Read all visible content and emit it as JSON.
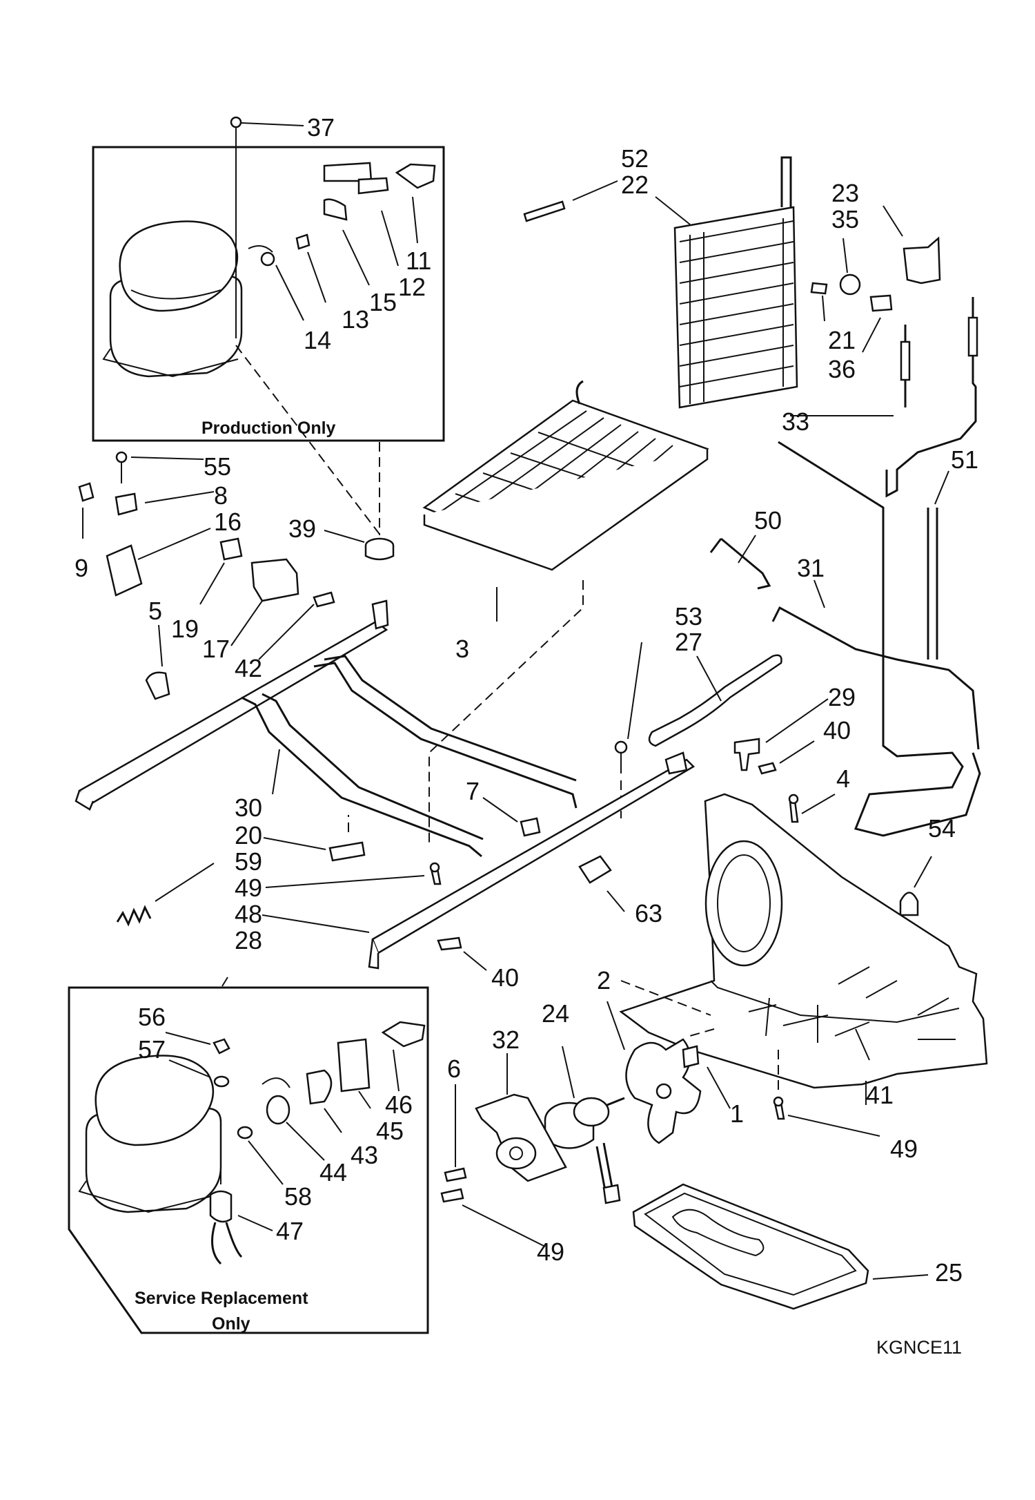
{
  "diagram": {
    "production_box_label": "Production Only",
    "service_box_label_line1": "Service Replacement",
    "service_box_label_line2": "Only",
    "drawing_code": "KGNCE11"
  },
  "callouts": {
    "c1": "1",
    "c2": "2",
    "c3": "3",
    "c4": "4",
    "c5": "5",
    "c6": "6",
    "c7": "7",
    "c8": "8",
    "c9": "9",
    "c11": "11",
    "c12": "12",
    "c13": "13",
    "c14": "14",
    "c15": "15",
    "c16": "16",
    "c17": "17",
    "c19": "19",
    "c20": "20",
    "c21": "21",
    "c22": "22",
    "c23": "23",
    "c24": "24",
    "c25": "25",
    "c27": "27",
    "c28": "28",
    "c29": "29",
    "c30": "30",
    "c31": "31",
    "c32": "32",
    "c33": "33",
    "c35": "35",
    "c36": "36",
    "c37": "37",
    "c39": "39",
    "c40a": "40",
    "c40b": "40",
    "c41": "41",
    "c42": "42",
    "c43": "43",
    "c44": "44",
    "c45": "45",
    "c46": "46",
    "c47": "47",
    "c48": "48",
    "c49a": "49",
    "c49b": "49",
    "c49c": "49",
    "c50": "50",
    "c51": "51",
    "c52": "52",
    "c53": "53",
    "c54": "54",
    "c55": "55",
    "c56": "56",
    "c57": "57",
    "c58": "58",
    "c59": "59",
    "c63": "63"
  }
}
